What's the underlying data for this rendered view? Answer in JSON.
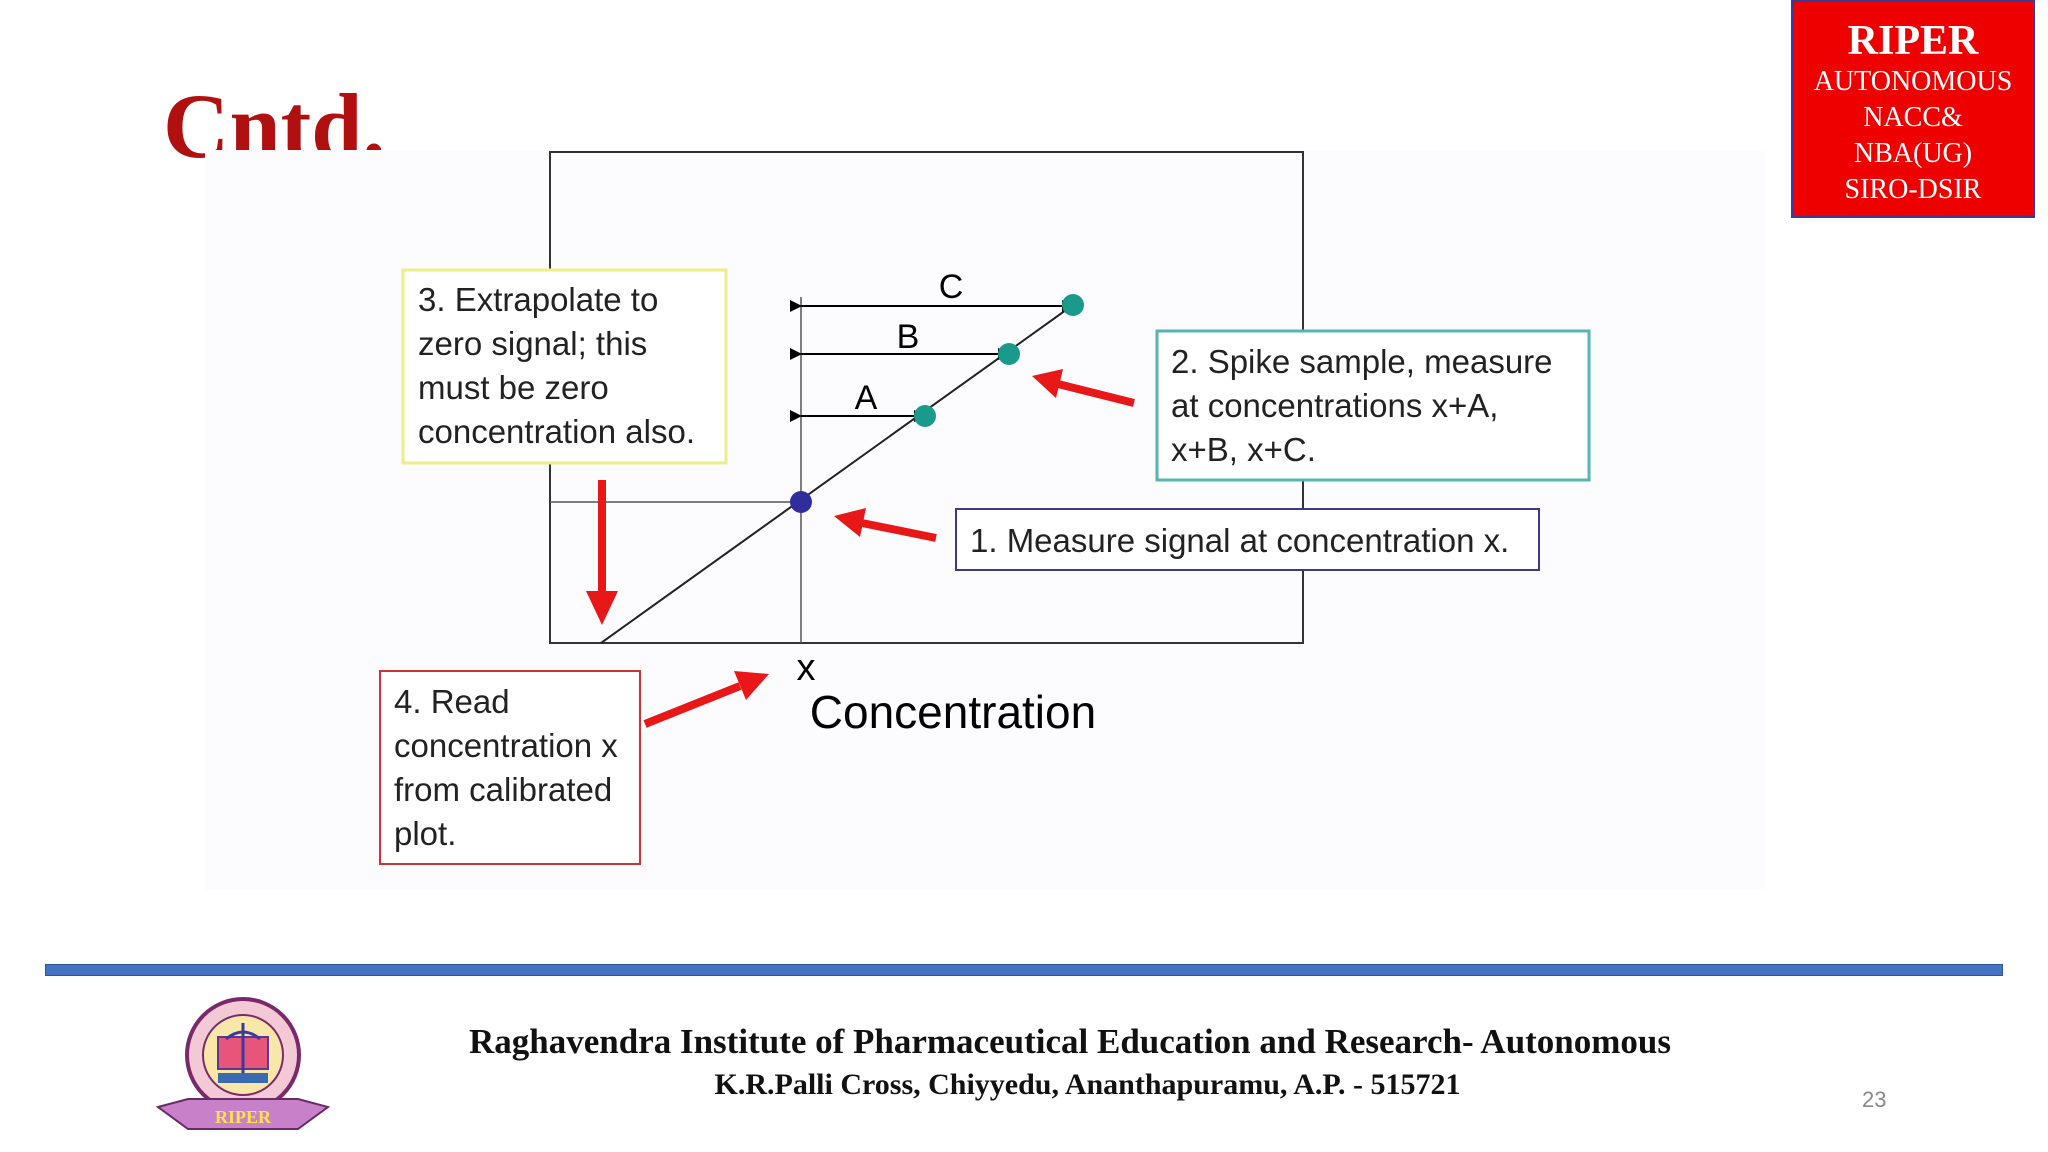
{
  "slide": {
    "title": "Cntd.",
    "page_number": "23"
  },
  "badge": {
    "title": "RIPER",
    "lines": [
      "AUTONOMOUS",
      "NACC&",
      "NBA(UG)",
      "SIRO-DSIR"
    ]
  },
  "diagram": {
    "x_label": "Concentration",
    "x_marker": "x",
    "spike_labels": [
      "A",
      "B",
      "C"
    ],
    "steps": {
      "step1": [
        "1. Measure signal at concentration x."
      ],
      "step2": [
        "2. Spike sample, measure",
        "at concentrations x+A,",
        "x+B, x+C."
      ],
      "step3": [
        "3. Extrapolate to",
        "zero signal; this",
        "must be zero",
        "concentration also."
      ],
      "step4": [
        "4. Read",
        "concentration x",
        "from calibrated",
        "plot."
      ]
    },
    "colors": {
      "step1_border": "#3a3a8c",
      "step2_border": "#56b4b4",
      "step3_border": "#eeee88",
      "step4_border": "#cc3333",
      "arrow": "#e81818",
      "spike_point": "#1a9a8a",
      "sample_point": "#2e2e9c"
    }
  },
  "footer": {
    "institute": "Raghavendra Institute of Pharmaceutical Education and Research- Autonomous",
    "address": "K.R.Palli Cross, Chiyyedu, Ananthapuramu, A.P. - 515721",
    "logo_ribbon": "RIPER"
  }
}
